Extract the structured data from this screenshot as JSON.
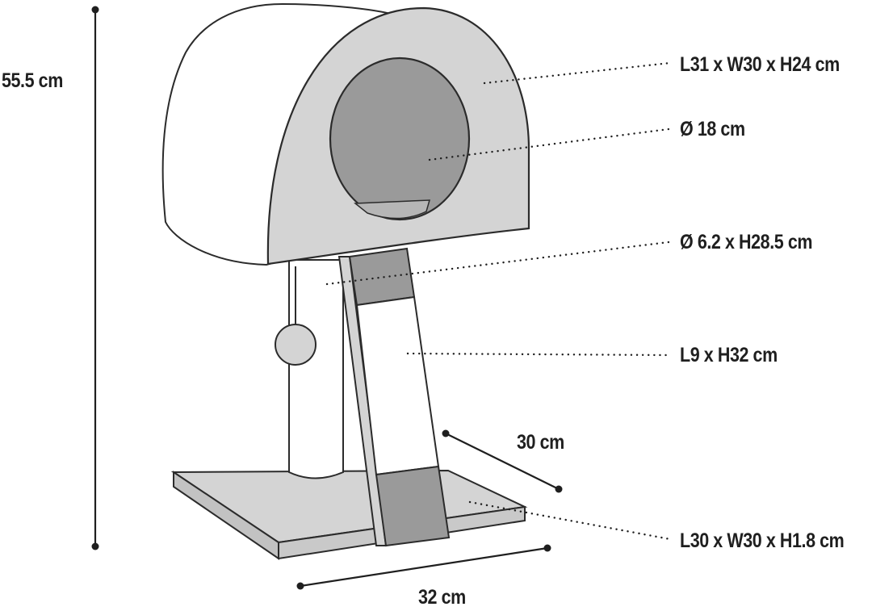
{
  "diagram": {
    "colors": {
      "outline": "#2b2b2b",
      "hood_face": "#d4d4d4",
      "hood_side": "#ffffff",
      "opening": "#9a9a9a",
      "post": "#ffffff",
      "sisal": "#9a9a9a",
      "base_top": "#d4d4d4",
      "base_edge": "#c2c2c2"
    },
    "labels": {
      "total_height": "55.5 cm",
      "hood": "L31 x W30 x H24 cm",
      "opening": "Ø 18 cm",
      "post": "Ø 6.2 x H28.5 cm",
      "ramp": "L9 x H32 cm",
      "base_depth": "30 cm",
      "base": "L30 x W30 x H1.8 cm",
      "base_width": "32 cm"
    }
  }
}
